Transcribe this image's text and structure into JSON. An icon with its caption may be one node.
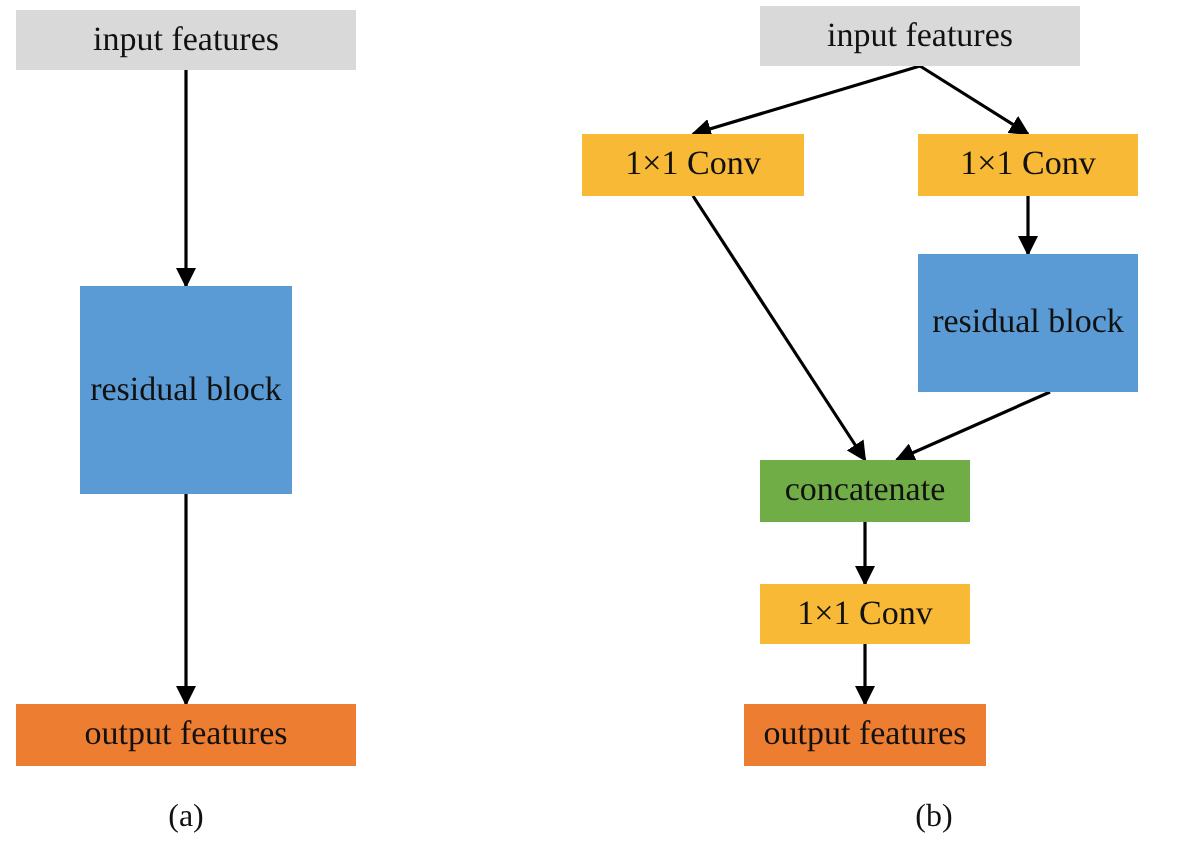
{
  "diagram": {
    "nodes": [
      {
        "text": [
          "input features"
        ]
      },
      {
        "text": [
          "residual block"
        ]
      },
      {
        "text": [
          "output features"
        ]
      },
      {
        "text": [
          "input features"
        ]
      },
      {
        "text": [
          "1×1 Conv"
        ]
      },
      {
        "text": [
          "1×1 Conv"
        ]
      },
      {
        "text": [
          "residual block"
        ]
      },
      {
        "text": [
          "concatenate"
        ]
      },
      {
        "text": [
          "1×1 Conv"
        ]
      },
      {
        "text": [
          "output features"
        ]
      }
    ],
    "edges": [
      {
        "from": 0,
        "to": 1,
        "arrow": "to"
      },
      {
        "from": 1,
        "to": 2,
        "arrow": "to"
      },
      {
        "from": 3,
        "to": 4,
        "arrow": "to"
      },
      {
        "from": 3,
        "to": 5,
        "arrow": "to"
      },
      {
        "from": 5,
        "to": 6,
        "arrow": "to"
      },
      {
        "from": 4,
        "to": 7,
        "arrow": "to"
      },
      {
        "from": 6,
        "to": 7,
        "arrow": "to"
      },
      {
        "from": 7,
        "to": 8,
        "arrow": "to"
      },
      {
        "from": 8,
        "to": 9,
        "arrow": "to"
      }
    ],
    "labels": [
      "(a)",
      "(b)"
    ]
  }
}
